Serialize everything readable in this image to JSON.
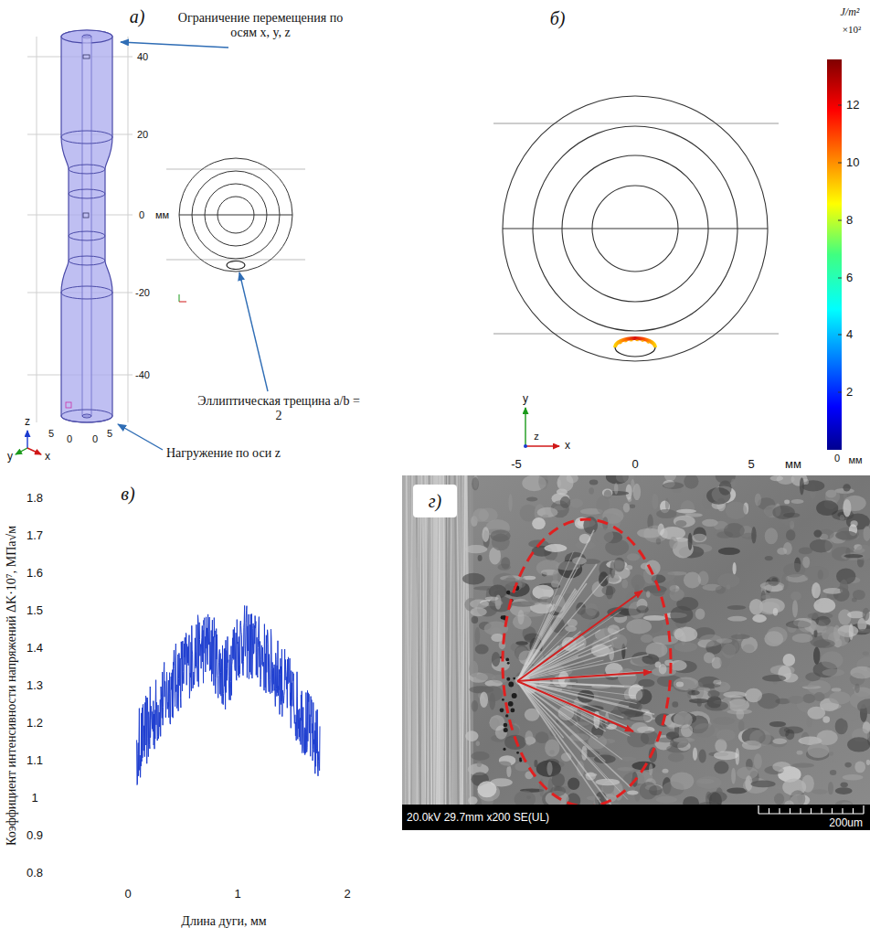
{
  "diagram": {
    "nodes": [
      {
        "text": [
          "г)"
        ]
      },
      {
        "text": [
          "20.0kV 29.7mm x200 SE(UL)",
          "200um"
        ]
      }
    ],
    "labels": [
      "а)",
      "Ограничение перемещения по осям x, y, z",
      "40",
      "20",
      "0",
      "мм",
      "-20",
      "-40",
      "5",
      "0",
      "0",
      "5",
      "y",
      "z",
      "x",
      "Эллиптическая трещина a/b = 2",
      "Нагружение по оси z",
      "б)",
      "J/m²",
      "×10²",
      "12",
      "10",
      "8",
      "6",
      "4",
      "2",
      "0",
      "мм",
      "y",
      "z",
      "x",
      "-5",
      "0",
      "5",
      "мм",
      "в)",
      "1.8",
      "1.7",
      "1.6",
      "1.5",
      "1.4",
      "1.3",
      "1.2",
      "1.1",
      "1",
      "0.9",
      "0.8",
      "Коэффициент интенсивности напряжений ΔK·10⁷, МПа√м",
      "0",
      "1",
      "2",
      "Длина дуги, мм"
    ]
  }
}
